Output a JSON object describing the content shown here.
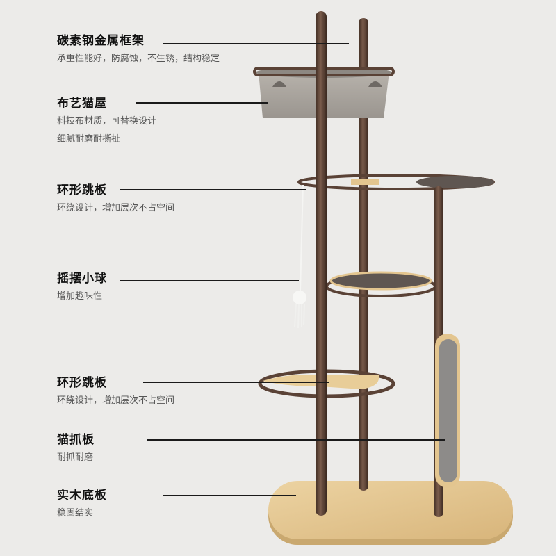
{
  "callouts": [
    {
      "id": "frame",
      "title": "碳素钢金属框架",
      "desc": [
        "承重性能好，防腐蚀，不生锈，结构稳定"
      ]
    },
    {
      "id": "cat-house",
      "title": "布艺猫屋",
      "desc": [
        "科技布材质，可替换设计",
        "细腻耐磨耐撕扯"
      ]
    },
    {
      "id": "ring-board-top",
      "title": "环形跳板",
      "desc": [
        "环绕设计，增加层次不占空间"
      ]
    },
    {
      "id": "swing-ball",
      "title": "摇摆小球",
      "desc": [
        "增加趣味性"
      ]
    },
    {
      "id": "ring-board-bottom",
      "title": "环形跳板",
      "desc": [
        "环绕设计，增加层次不占空间"
      ]
    },
    {
      "id": "scratch-board",
      "title": "猫抓板",
      "desc": [
        "耐抓耐磨"
      ]
    },
    {
      "id": "wood-base",
      "title": "实木底板",
      "desc": [
        "稳固结实"
      ]
    }
  ],
  "colors": {
    "background": "#ecebe9",
    "frame": "#5a4236",
    "wood": "#e3c58f",
    "fabric": "#a7a29c",
    "platform": "#5f5651",
    "scratch": "#8d8b89"
  }
}
